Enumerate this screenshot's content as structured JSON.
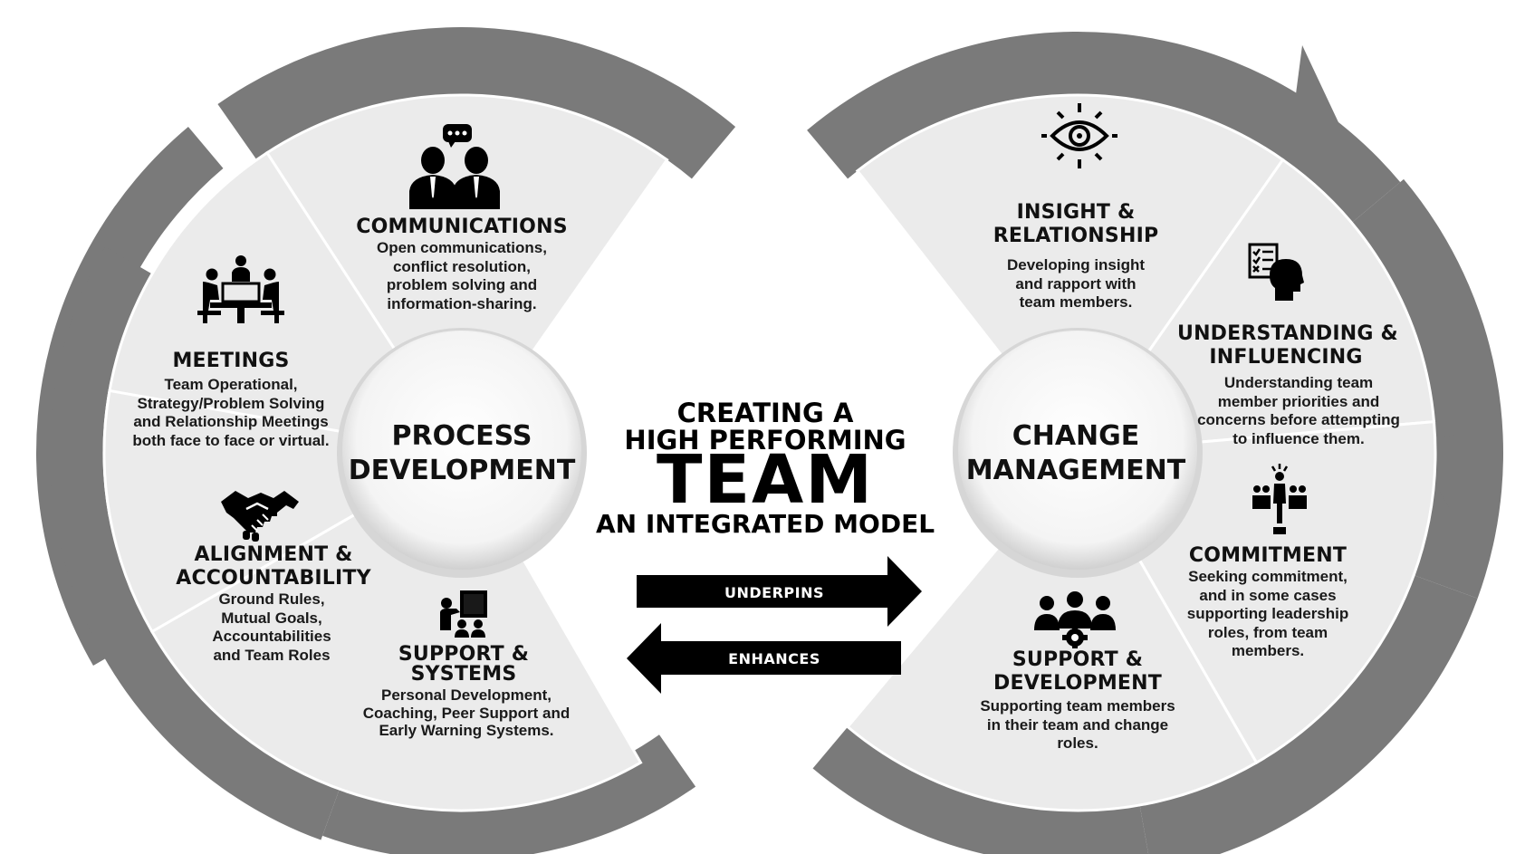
{
  "title": {
    "line1": "CREATING A",
    "line2": "HIGH PERFORMING",
    "line3": "TEAM",
    "line4": "AN INTEGRATED MODEL"
  },
  "arrows": {
    "underpins": "UNDERPINS",
    "enhances": "ENHANCES"
  },
  "left_wheel": {
    "hub_line1": "PROCESS",
    "hub_line2": "DEVELOPMENT",
    "segments": {
      "communications": {
        "title": "COMMUNICATIONS",
        "desc": "Open communications, conflict resolution, problem solving and information-sharing.",
        "icon": "two-people-chat-icon"
      },
      "meetings": {
        "title": "MEETINGS",
        "desc": "Team Operational, Strategy/Problem Solving and Relationship Meetings both face to face or virtual.",
        "icon": "meeting-table-icon"
      },
      "alignment": {
        "title_line1": "ALIGNMENT &",
        "title_line2": "ACCOUNTABILITY",
        "desc": "Ground Rules, Mutual Goals, Accountabilities and Team Roles",
        "icon": "handshake-icon"
      },
      "support": {
        "title_line1": "SUPPORT &",
        "title_line2": "SYSTEMS",
        "desc": "Personal Development, Coaching, Peer Support and Early Warning Systems.",
        "icon": "presenter-icon"
      }
    }
  },
  "right_wheel": {
    "hub_line1": "CHANGE",
    "hub_line2": "MANAGEMENT",
    "segments": {
      "insight": {
        "title_line1": "INSIGHT &",
        "title_line2": "RELATIONSHIP",
        "desc": "Developing insight and rapport with team members.",
        "icon": "eye-icon"
      },
      "understanding": {
        "title_line1": "UNDERSTANDING &",
        "title_line2": "INFLUENCING",
        "desc": "Understanding team member priorities and concerns before attempting to influence them.",
        "icon": "checklist-head-icon"
      },
      "commitment": {
        "title": "COMMITMENT",
        "desc": "Seeking commitment, and in some cases supporting leadership roles, from team members.",
        "icon": "leader-group-icon"
      },
      "support": {
        "title_line1": "SUPPORT &",
        "title_line2": "DEVELOPMENT",
        "desc": "Supporting team members in their team and change roles.",
        "icon": "team-gear-icon"
      }
    }
  },
  "colors": {
    "ring": "#7a7a7a",
    "segment": "#ebebeb",
    "hub": "#ffffff",
    "arrow": "#000000",
    "text": "#111111"
  }
}
